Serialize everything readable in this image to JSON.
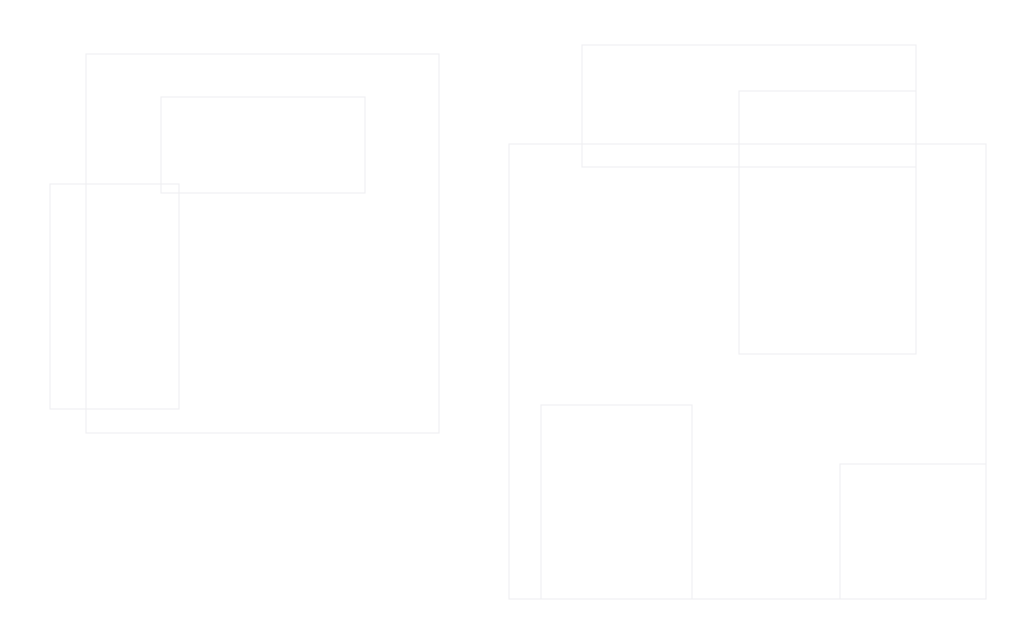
{
  "canvas": {
    "background": "#ffffff",
    "line_color": "#ededf0"
  },
  "groups": [
    {
      "name": "left-group",
      "rectangles": [
        {
          "name": "left-outer-rectangle"
        },
        {
          "name": "left-inner-top-rectangle"
        },
        {
          "name": "left-lower-left-rectangle"
        }
      ]
    },
    {
      "name": "right-group",
      "rectangles": [
        {
          "name": "right-top-rectangle"
        },
        {
          "name": "right-middle-rectangle"
        },
        {
          "name": "right-large-rectangle"
        },
        {
          "name": "right-bottom-left-rectangle"
        },
        {
          "name": "right-bottom-right-rectangle"
        }
      ]
    }
  ]
}
